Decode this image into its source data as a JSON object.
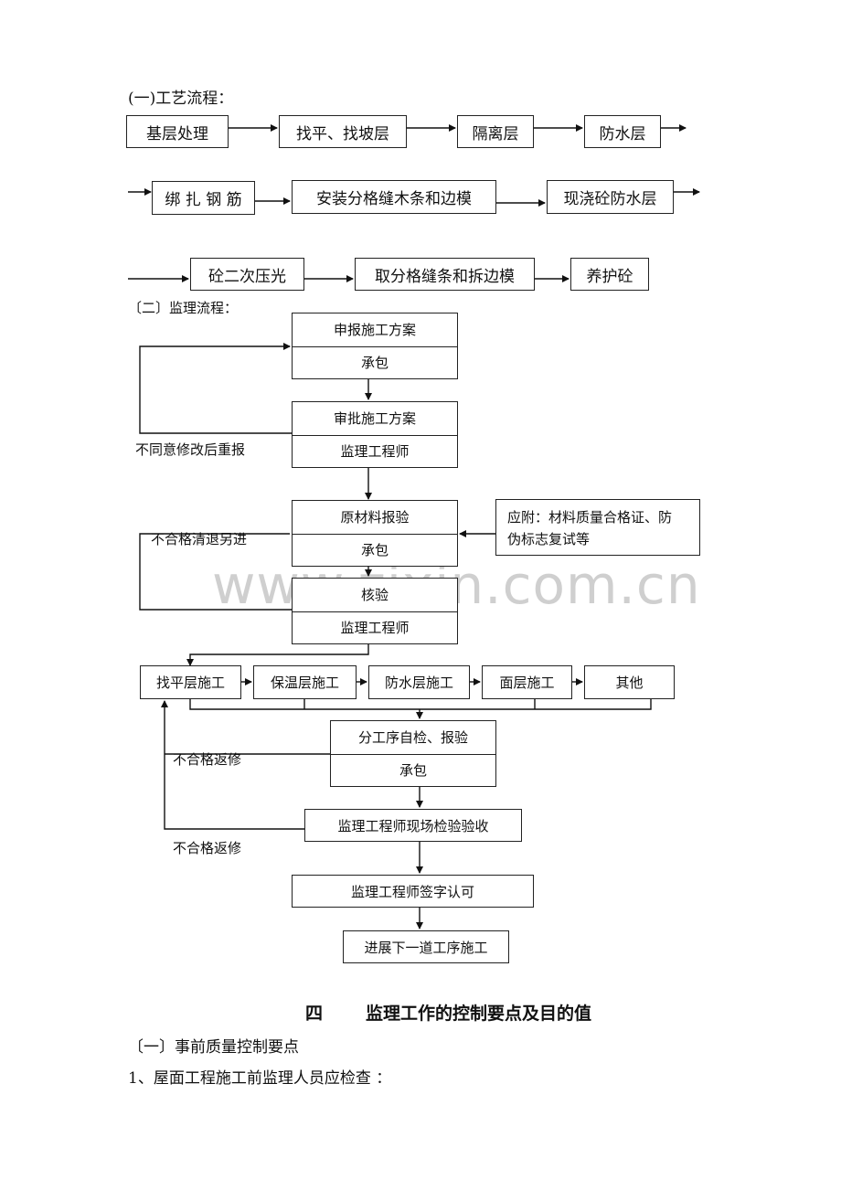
{
  "section1_title": "(一)工艺流程：",
  "process": {
    "row1": [
      "基层处理",
      "找平、找坡层",
      "隔离层",
      "防水层"
    ],
    "row2": [
      "绑 扎 钢 筋",
      "安装分格缝木条和边模",
      "现浇砼防水层"
    ],
    "row3": [
      "砼二次压光",
      "取分格缝条和拆边模",
      "养护砼"
    ]
  },
  "section2_title": "〔二〕监理流程：",
  "supervision": {
    "submit": {
      "top": "申报施工方案",
      "bottom": "承包"
    },
    "approve": {
      "top": "审批施工方案",
      "bottom": "监理工程师"
    },
    "reject_label": "不同意修改后重报",
    "material": {
      "top": "原材料报验",
      "bottom": "承包"
    },
    "attach": {
      "line1": "应附：材料质量合格证、防",
      "line2": "伪标志复试等"
    },
    "unqualified_exit_label": "不合格清退另进",
    "verify": {
      "top": "核验",
      "bottom": "监理工程师"
    },
    "stages": [
      "找平层施工",
      "保温层施工",
      "防水层施工",
      "面层施工",
      "其他"
    ],
    "selfcheck": {
      "top": "分工序自检、报验",
      "bottom": "承包"
    },
    "rework_label_1": "不合格返修",
    "onsite": "监理工程师现场检验验收",
    "rework_label_2": "不合格返修",
    "signoff": "监理工程师签字认可",
    "next": "进展下一道工序施工"
  },
  "heading": {
    "number": "四",
    "text": "监理工作的控制要点及目的值"
  },
  "subheading": "〔一〕事前质量控制要点",
  "item1": "1、屋面工程施工前监理人员应检查 ：",
  "watermark": "www.zixin.com.cn"
}
